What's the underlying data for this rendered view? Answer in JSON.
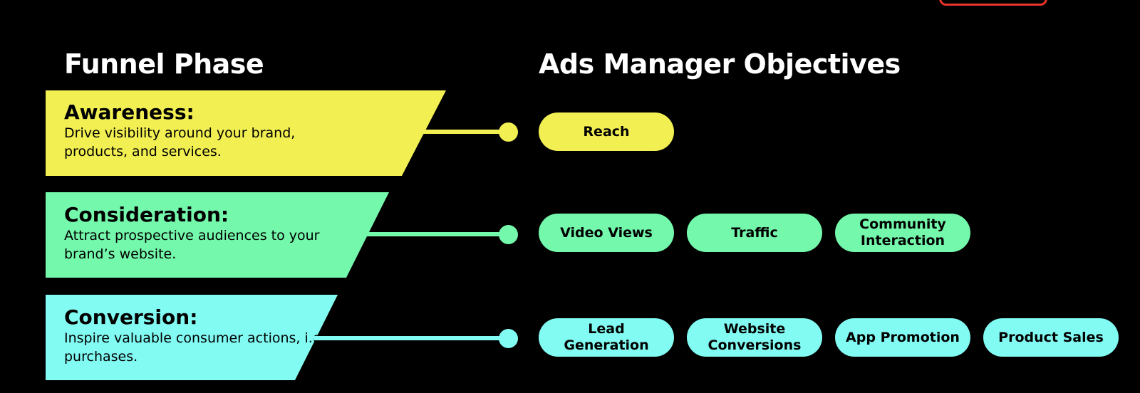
{
  "headings": {
    "funnel_phase": "Funnel Phase",
    "ads_manager_objectives": "Ads Manager Objectives"
  },
  "colors": {
    "awareness": "#f2ef52",
    "consideration": "#74f8ab",
    "conversion": "#82fbf3",
    "logo_accent": "#e8342a"
  },
  "phases": [
    {
      "title": "Awareness:",
      "description": "Drive visibility around your brand, products, and services.",
      "objectives": [
        "Reach"
      ]
    },
    {
      "title": "Consideration:",
      "description": "Attract prospective audiences to your brand’s website.",
      "objectives": [
        "Video Views",
        "Traffic",
        "Community Interaction"
      ]
    },
    {
      "title": "Conversion:",
      "description": "Inspire valuable consumer actions, i.e. purchases.",
      "objectives": [
        "Lead Generation",
        "Website Conversions",
        "App Promotion",
        "Product Sales"
      ]
    }
  ]
}
